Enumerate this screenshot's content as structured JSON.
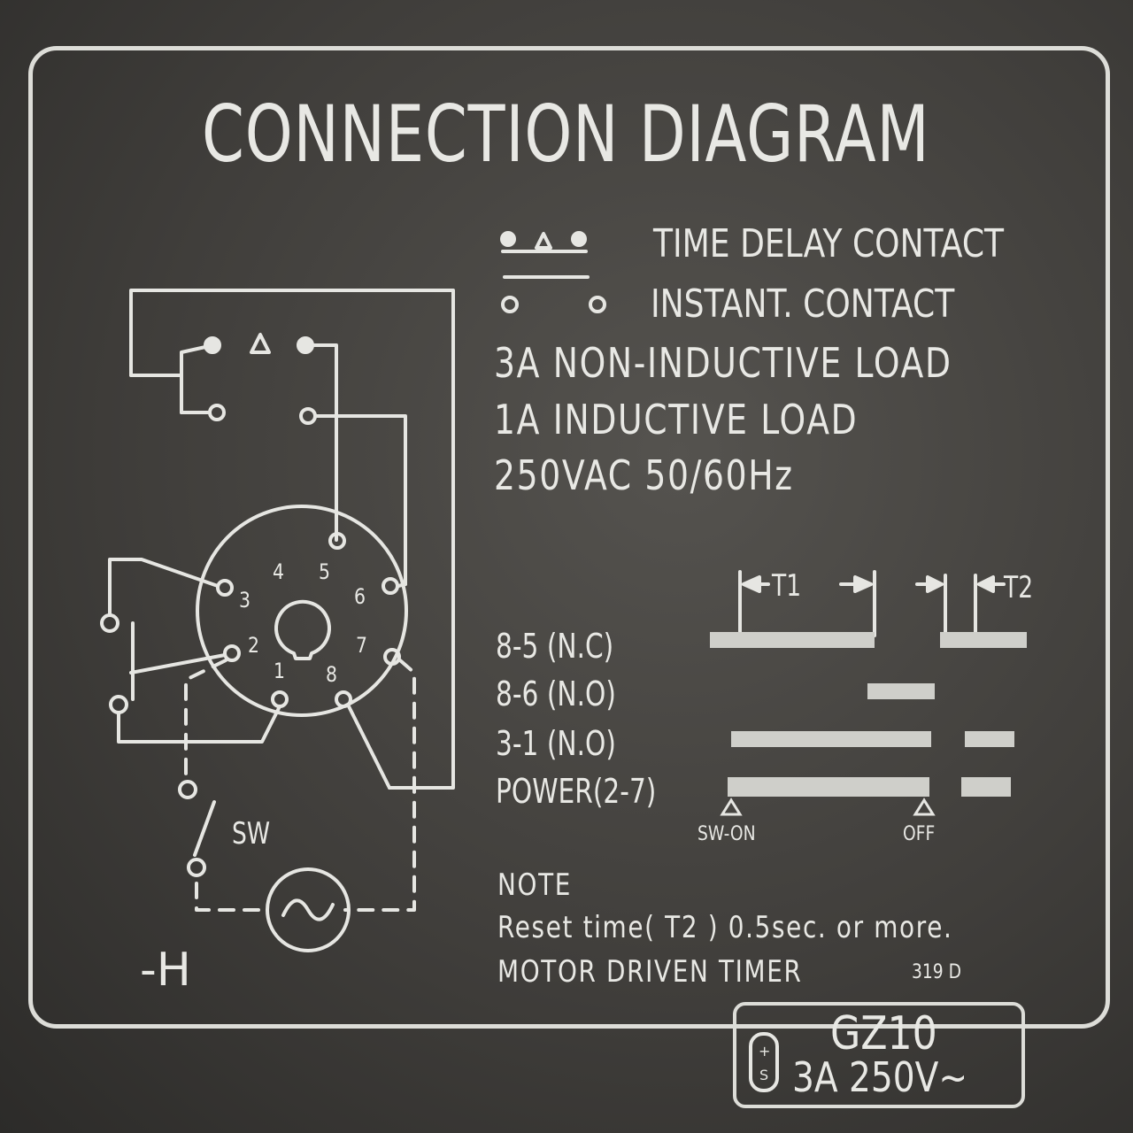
{
  "title": "CONNECTION DIAGRAM",
  "legend": {
    "time_delay": "TIME DELAY CONTACT",
    "instant": "INSTANT. CONTACT"
  },
  "specs": {
    "non_inductive": "3A  NON-INDUCTIVE  LOAD",
    "inductive": "1A  INDUCTIVE  LOAD",
    "voltage": "250VAC  50/60Hz"
  },
  "socket": {
    "pins": [
      "1",
      "2",
      "3",
      "4",
      "5",
      "6",
      "7",
      "8"
    ],
    "switch_label": "SW",
    "model_suffix": "-H"
  },
  "timing": {
    "t1": "T1",
    "t2": "T2",
    "rows": [
      "8-5 (N.C)",
      "8-6 (N.O)",
      "3-1 (N.O)",
      "POWER(2-7)"
    ],
    "sw_on": "SW-ON",
    "off": "OFF"
  },
  "note": {
    "heading": "NOTE",
    "reset": "Reset  time( T2 ) 0.5sec. or  more.",
    "product": "MOTOR  DRIVEN  TIMER",
    "code": "319 D"
  },
  "rating": {
    "model": "GZ10",
    "rating": "3A 250V~",
    "fuse_symbol": "fuse-icon"
  },
  "colors": {
    "background": "#3b3a38",
    "print": "#e6e6e2"
  }
}
